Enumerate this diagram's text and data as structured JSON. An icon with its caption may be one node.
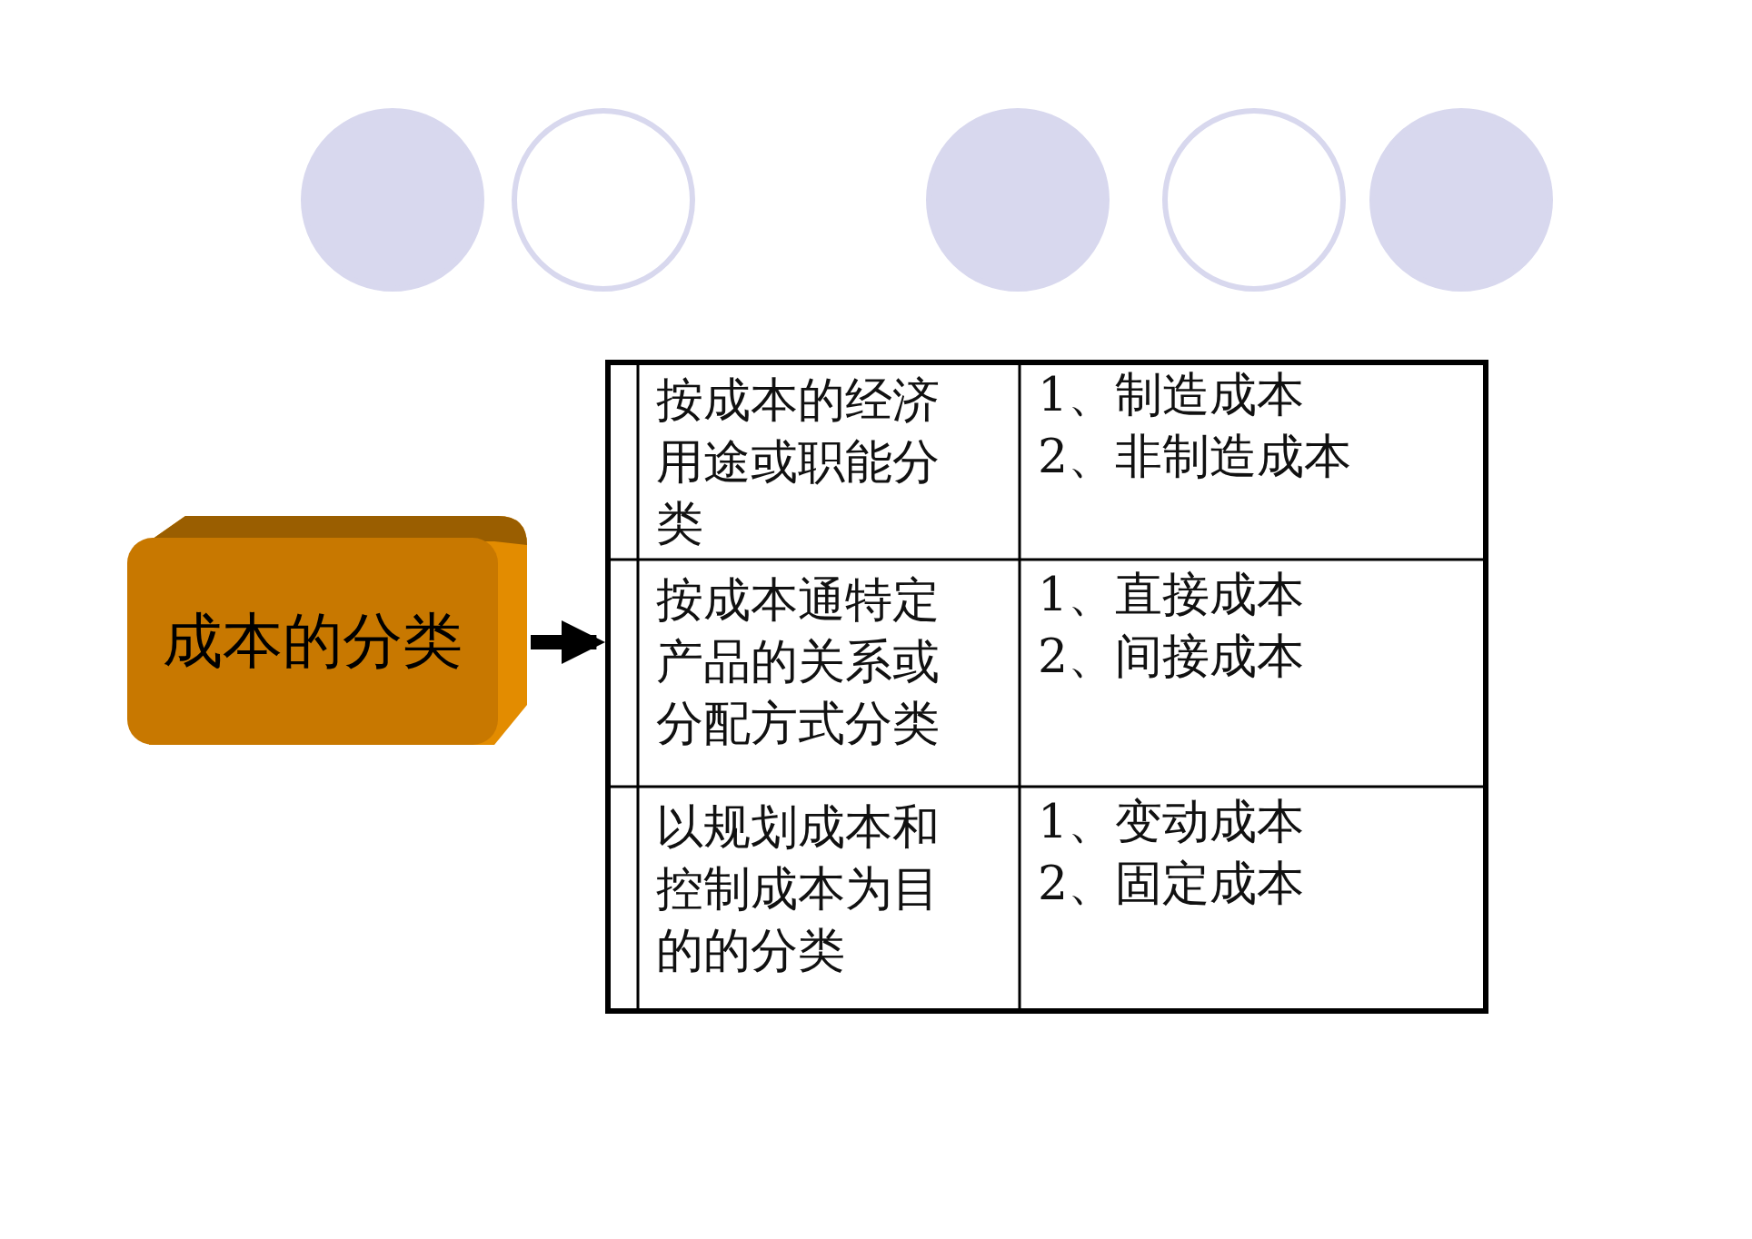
{
  "diagram": {
    "nodes": [
      {
        "text": [
          "成本的分类"
        ]
      },
      {
        "text": [],
        "shape": "box"
      },
      {
        "text": [
          "按成本的经济用途或职能分类"
        ],
        "in": 1
      },
      {
        "text": [
          "1、制造成本",
          "2、非制造成本"
        ],
        "in": 1
      },
      {
        "text": [
          "按成本通特定产品的关系或分配方式分类"
        ],
        "in": 1
      },
      {
        "text": [
          "1、直接成本",
          "2、间接成本"
        ],
        "in": 1
      },
      {
        "text": [
          "以规划成本和控制成本为目的的分类"
        ],
        "in": 1
      },
      {
        "text": [
          "1、变动成本",
          "2、固定成本"
        ],
        "in": 1
      }
    ],
    "edges": [
      {
        "from": 0,
        "to": 1,
        "arrow": "to"
      }
    ]
  }
}
